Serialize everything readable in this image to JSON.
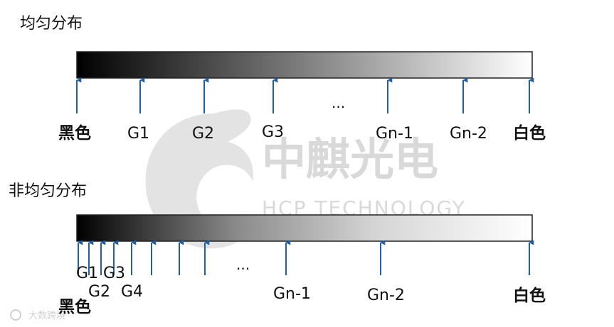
{
  "watermark": {
    "cn": "中麒光电",
    "en": "HCP TECHNOLOGY",
    "corner": "大数跨境"
  },
  "uniform": {
    "title": "均匀分布",
    "black_label": "黑色",
    "white_label": "白色",
    "ellipsis": "...",
    "labels": [
      "G1",
      "G2",
      "G3",
      "Gn-1",
      "Gn-2"
    ]
  },
  "nonuniform": {
    "title": "非均匀分布",
    "black_label": "黑色",
    "white_label": "白色",
    "ellipsis": "...",
    "labels": [
      "G1",
      "G3",
      "G2",
      "G4",
      "Gn-1",
      "Gn-2"
    ]
  },
  "colors": {
    "arrow": "#1f5fa8",
    "gradient_start": "#000000",
    "gradient_end": "#ffffff",
    "bar_border": "#222222",
    "watermark": "#d9d9d9"
  }
}
